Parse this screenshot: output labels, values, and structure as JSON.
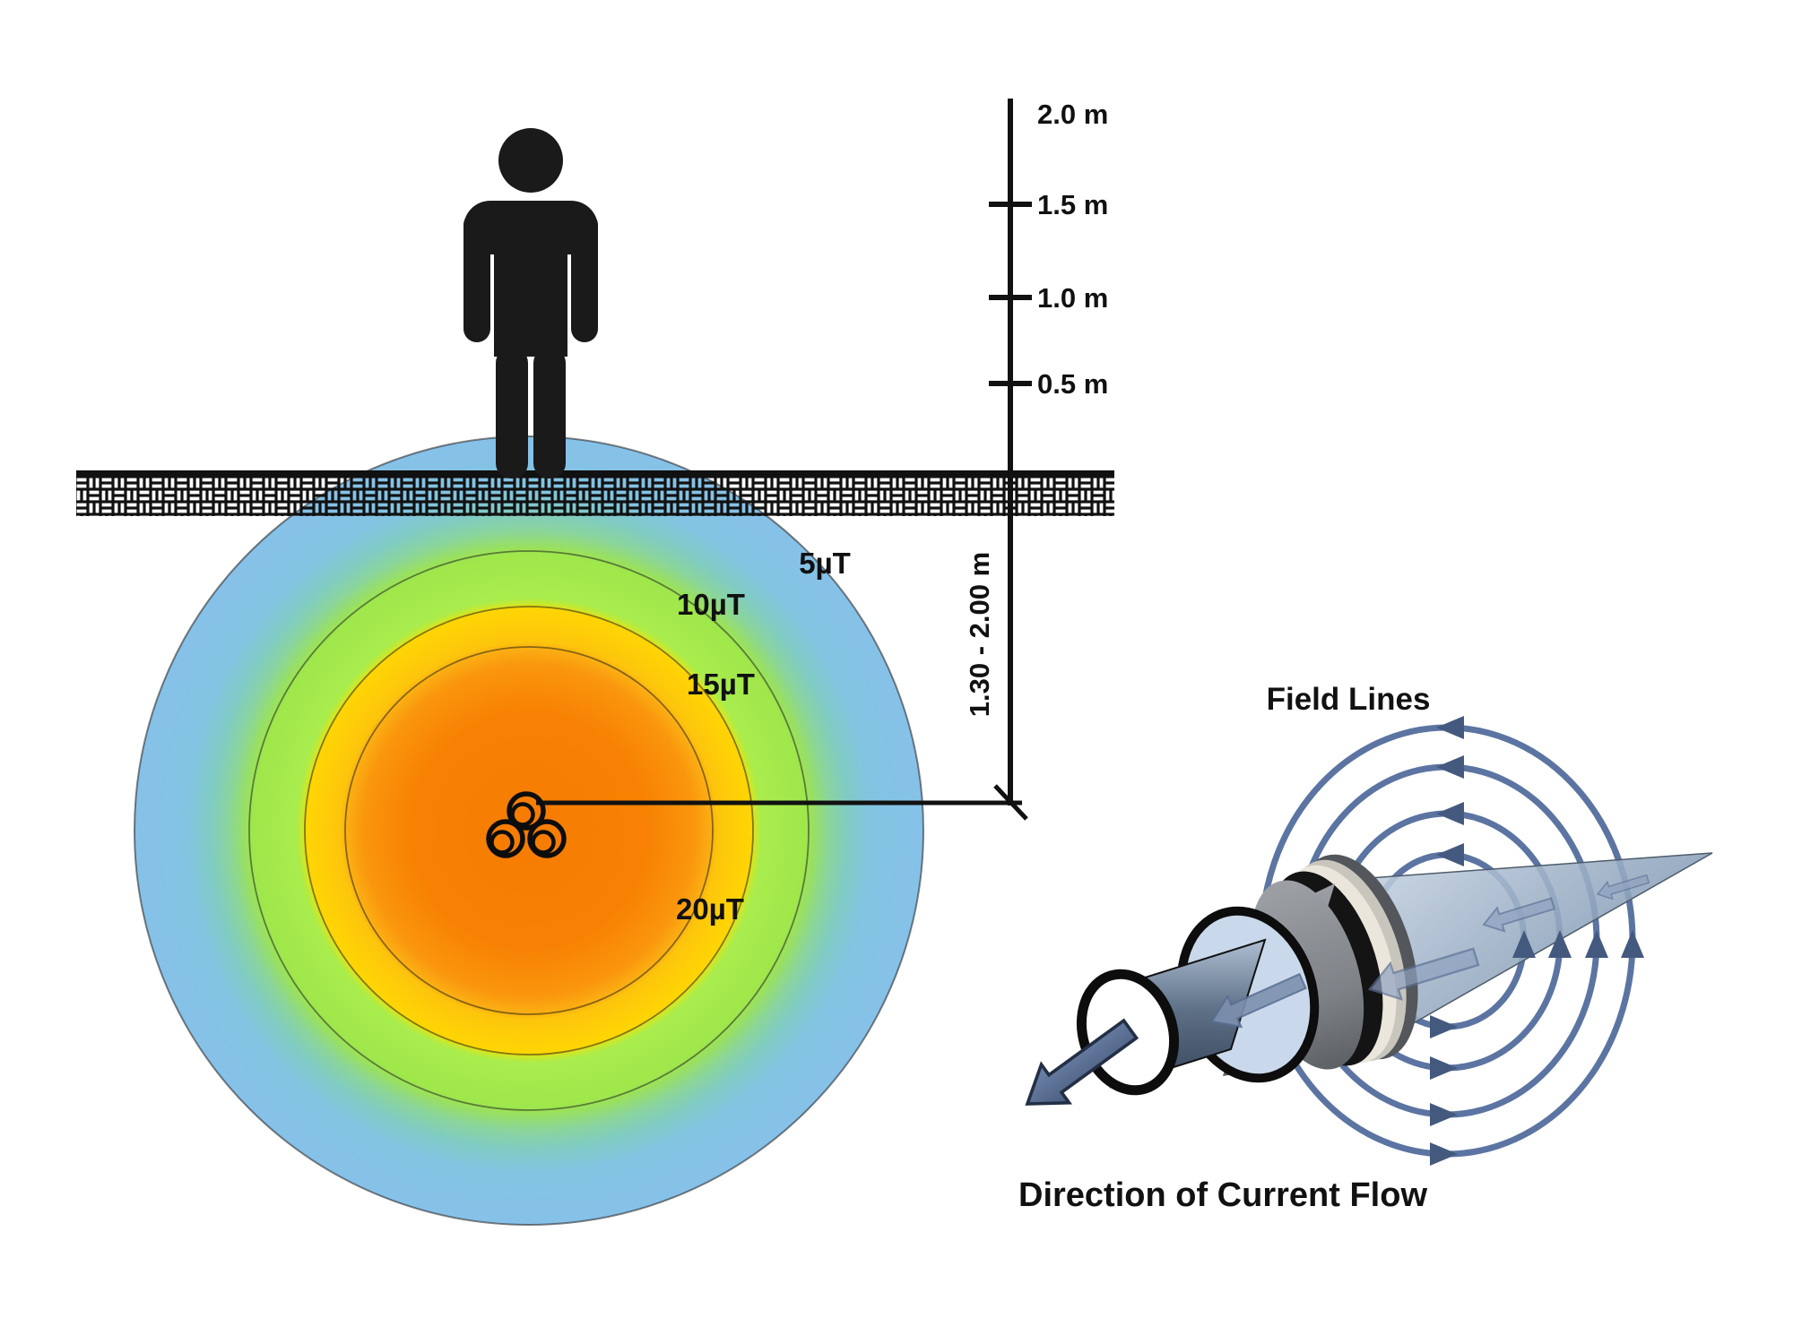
{
  "field_map": {
    "zone_labels": [
      "5µT",
      "10µT",
      "15µT",
      "20µT"
    ],
    "zone_colors": {
      "blue_5uT": "#85C2E6",
      "green_10uT": "#A6EC4E",
      "yellow_15uT": "#FFD500",
      "orange_20uT": "#F9A11B",
      "core": "#F88102"
    }
  },
  "scale": {
    "tick_labels": [
      "2.0 m",
      "1.5 m",
      "1.0 m",
      "0.5 m"
    ],
    "depth_label": "1.30 - 2.00 m"
  },
  "cable": {
    "field_lines_label": "Field Lines",
    "current_flow_label": "Direction of Current Flow",
    "field_line_color": "#5B74A2",
    "body_color": "#9FB2C8",
    "arrow_color": "#5D7298"
  }
}
